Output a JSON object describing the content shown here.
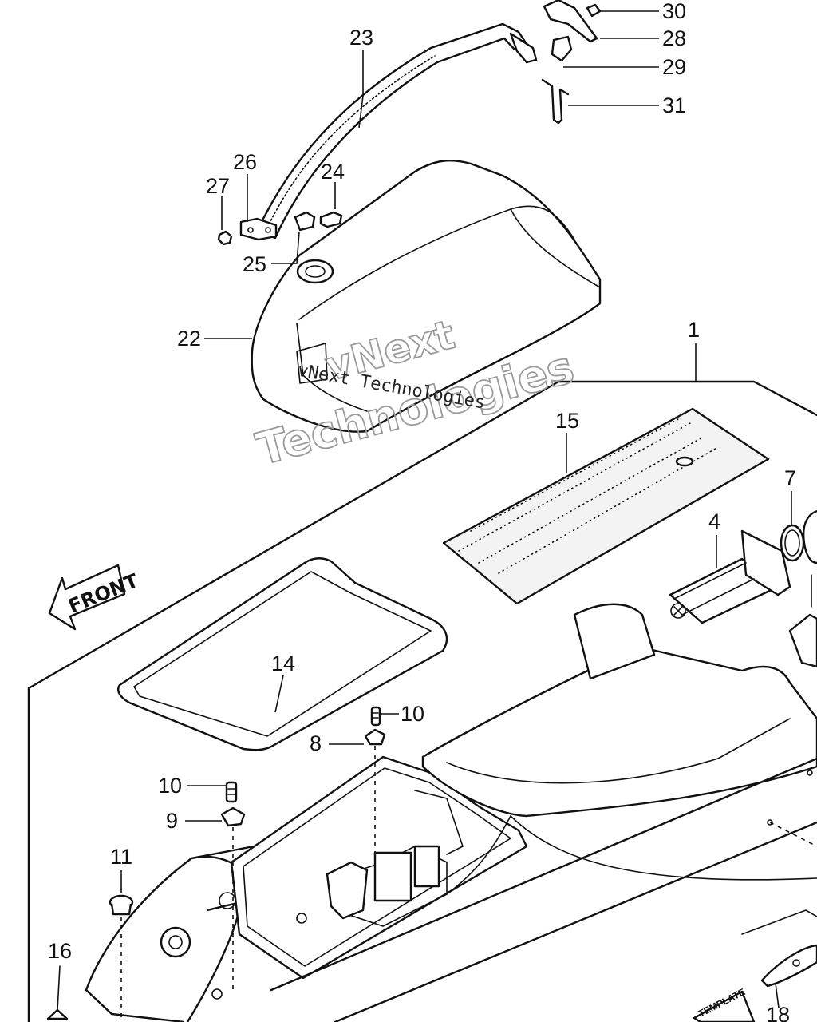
{
  "callouts": [
    {
      "id": "1",
      "label": "1"
    },
    {
      "id": "4",
      "label": "4"
    },
    {
      "id": "7",
      "label": "7"
    },
    {
      "id": "8",
      "label": "8"
    },
    {
      "id": "9",
      "label": "9"
    },
    {
      "id": "10a",
      "label": "10"
    },
    {
      "id": "10b",
      "label": "10"
    },
    {
      "id": "11",
      "label": "11"
    },
    {
      "id": "14",
      "label": "14"
    },
    {
      "id": "15",
      "label": "15"
    },
    {
      "id": "16",
      "label": "16"
    },
    {
      "id": "18",
      "label": "18"
    },
    {
      "id": "22",
      "label": "22"
    },
    {
      "id": "23",
      "label": "23"
    },
    {
      "id": "24",
      "label": "24"
    },
    {
      "id": "25",
      "label": "25"
    },
    {
      "id": "26",
      "label": "26"
    },
    {
      "id": "27",
      "label": "27"
    },
    {
      "id": "28",
      "label": "28"
    },
    {
      "id": "29",
      "label": "29"
    },
    {
      "id": "30",
      "label": "30"
    },
    {
      "id": "31",
      "label": "31"
    }
  ],
  "front_label": "FRONT",
  "template_label": "TEMPLATE",
  "watermark": {
    "line1": "vNext",
    "line2": "Technologies",
    "small": "vNext Technologies"
  }
}
